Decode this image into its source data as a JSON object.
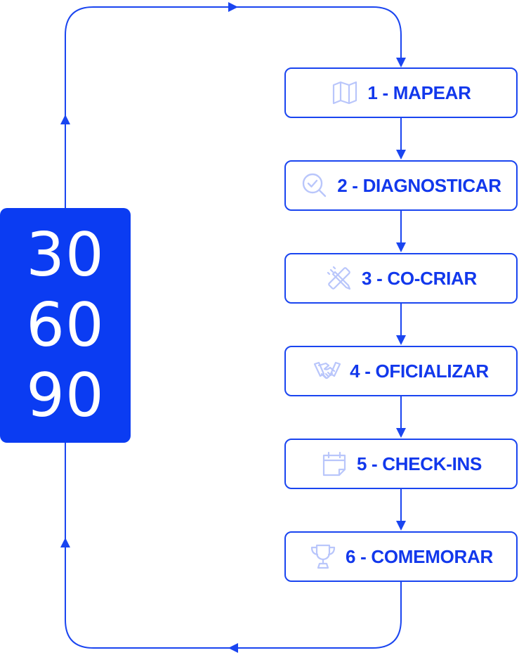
{
  "badge": {
    "lines": [
      "30",
      "60",
      "90"
    ]
  },
  "steps": [
    {
      "label": "1 - MAPEAR",
      "icon": "map-icon"
    },
    {
      "label": "2 - DIAGNOSTICAR",
      "icon": "search-check-icon"
    },
    {
      "label": "3 - CO-CRIAR",
      "icon": "pencil-ruler-icon"
    },
    {
      "label": "4 - OFICIALIZAR",
      "icon": "handshake-icon"
    },
    {
      "label": "5 - CHECK-INS",
      "icon": "calendar-icon"
    },
    {
      "label": "6 - COMEMORAR",
      "icon": "trophy-icon"
    }
  ],
  "colors": {
    "accent": "#0b3cf2",
    "text": "#1238ec",
    "icon": "#b9c6fb",
    "background": "#ffffff"
  }
}
